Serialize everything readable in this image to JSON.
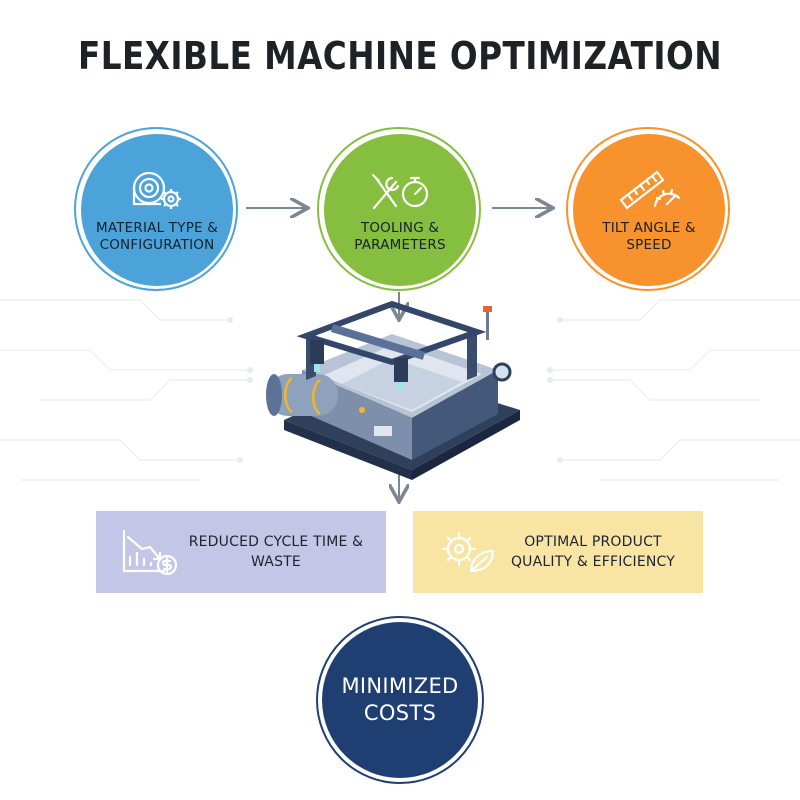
{
  "title": "FLEXIBLE MACHINE OPTIMIZATION",
  "inputs": [
    {
      "label": "MATERIAL TYPE & CONFIGURATION",
      "icon": "material-spool-gear-icon",
      "color": "#4ba3d9"
    },
    {
      "label": "TOOLING & PARAMETERS",
      "icon": "wrench-screwdriver-gauge-icon",
      "color": "#86bf3f"
    },
    {
      "label": "TILT ANGLE & SPEED",
      "icon": "ruler-speedometer-icon",
      "color": "#f7922d"
    }
  ],
  "machine": {
    "icon": "cnc-machine-illustration"
  },
  "outcomes": [
    {
      "label": "REDUCED CYCLE TIME & WASTE",
      "icon": "declining-chart-dollar-icon",
      "color": "#c3c6e6"
    },
    {
      "label": "OPTIMAL PRODUCT QUALITY & EFFICIENCY",
      "icon": "gear-leaf-icon",
      "color": "#f8e5a4"
    }
  ],
  "result": {
    "label": "MINIMIZED COSTS",
    "color": "#1f3f73"
  }
}
